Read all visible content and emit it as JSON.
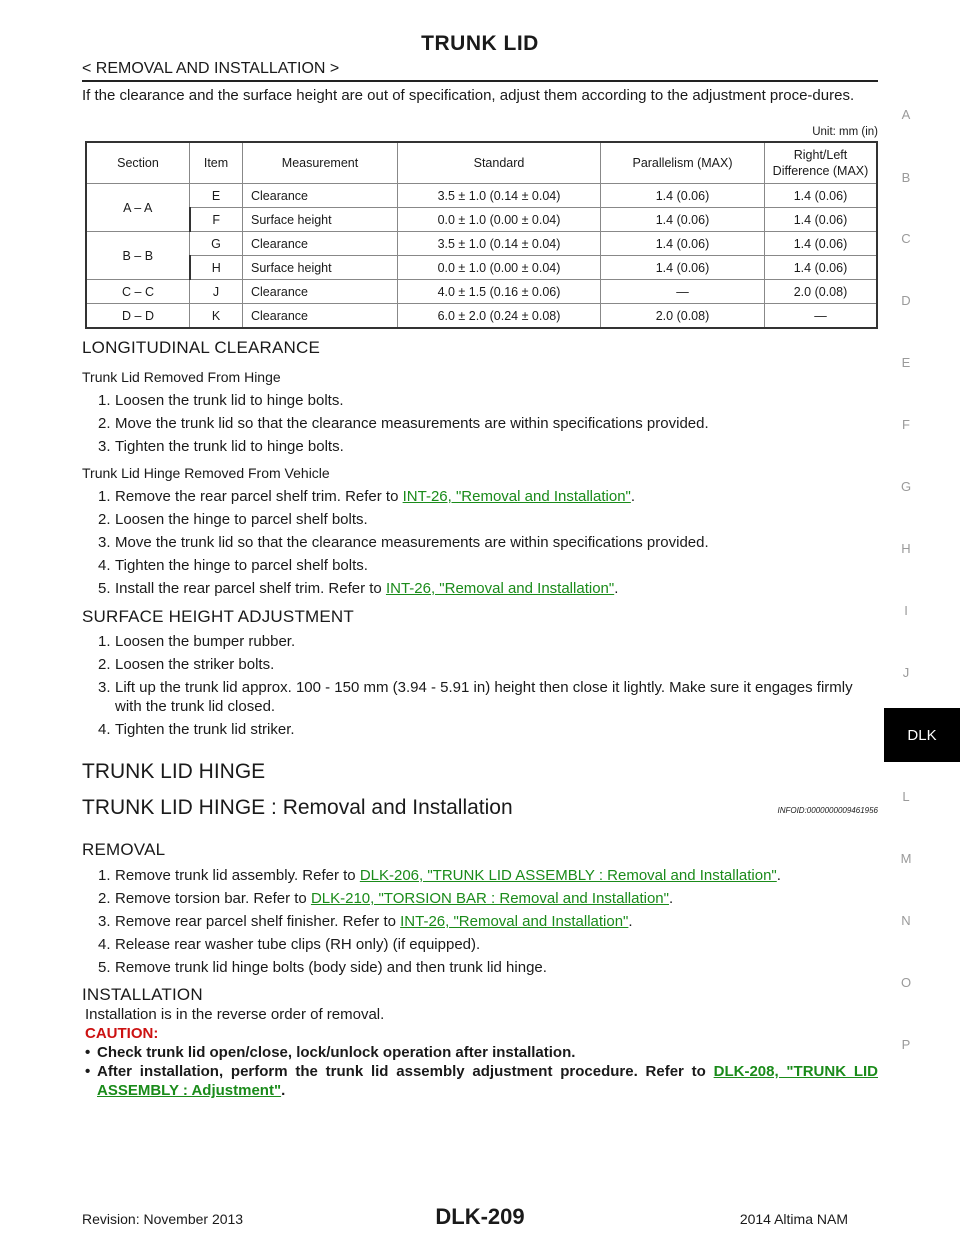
{
  "header": {
    "title": "TRUNK LID",
    "path": "< REMOVAL AND INSTALLATION >"
  },
  "intro": {
    "text": "If the clearance and the surface height are out of specification, adjust them according to the adjustment proce-dures.",
    "unit": "Unit: mm (in)"
  },
  "table": {
    "headers": [
      "Section",
      "Item",
      "Measurement",
      "Standard",
      "Parallelism (MAX)",
      "Right/Left",
      "Difference (MAX)"
    ],
    "rows": [
      {
        "section": "A – A",
        "item": "E",
        "measurement": "Clearance",
        "standard": "3.5 ± 1.0 (0.14 ± 0.04)",
        "parallelism": "1.4 (0.06)",
        "difference": "1.4 (0.06)"
      },
      {
        "section": "",
        "item": "F",
        "measurement": "Surface height",
        "standard": "0.0 ± 1.0 (0.00 ± 0.04)",
        "parallelism": "1.4 (0.06)",
        "difference": "1.4 (0.06)"
      },
      {
        "section": "B – B",
        "item": "G",
        "measurement": "Clearance",
        "standard": "3.5 ± 1.0 (0.14 ± 0.04)",
        "parallelism": "1.4 (0.06)",
        "difference": "1.4 (0.06)"
      },
      {
        "section": "",
        "item": "H",
        "measurement": "Surface height",
        "standard": "0.0 ± 1.0 (0.00 ± 0.04)",
        "parallelism": "1.4 (0.06)",
        "difference": "1.4 (0.06)"
      },
      {
        "section": "C – C",
        "item": "J",
        "measurement": "Clearance",
        "standard": "4.0 ± 1.5 (0.16 ± 0.06)",
        "parallelism": "—",
        "difference": "2.0 (0.08)"
      },
      {
        "section": "D – D",
        "item": "K",
        "measurement": "Clearance",
        "standard": "6.0 ± 2.0 (0.24 ± 0.08)",
        "parallelism": "2.0 (0.08)",
        "difference": "—"
      }
    ]
  },
  "longitudinal": {
    "heading": "LONGITUDINAL CLEARANCE",
    "sub1": "Trunk Lid Removed From Hinge",
    "steps1": [
      {
        "num": "1.",
        "text": "Loosen the trunk lid to hinge bolts."
      },
      {
        "num": "2.",
        "text": "Move the trunk lid so that the clearance measurements are within specifications provided."
      },
      {
        "num": "3.",
        "text": "Tighten the trunk lid to hinge bolts."
      }
    ],
    "sub2": "Trunk Lid Hinge Removed From Vehicle",
    "steps2": [
      {
        "num": "1.",
        "text": "Remove the rear parcel shelf trim. Refer to ",
        "link": "INT-26, \"Removal and Installation\"",
        "after": "."
      },
      {
        "num": "2.",
        "text": "Loosen the hinge to parcel shelf bolts."
      },
      {
        "num": "3.",
        "text": "Move the trunk lid so that the clearance measurements are within specifications provided."
      },
      {
        "num": "4.",
        "text": "Tighten the hinge to parcel shelf bolts."
      },
      {
        "num": "5.",
        "text": "Install the rear parcel shelf trim. Refer to ",
        "link": "INT-26, \"Removal and Installation\"",
        "after": "."
      }
    ]
  },
  "surface": {
    "heading": "SURFACE HEIGHT ADJUSTMENT",
    "steps": [
      {
        "num": "1.",
        "text": "Loosen the bumper rubber."
      },
      {
        "num": "2.",
        "text": "Loosen the striker bolts."
      },
      {
        "num": "3.",
        "text": "Lift up the trunk lid approx. 100 - 150 mm (3.94 - 5.91 in) height then close it lightly. Make sure it engages firmly with the trunk lid closed."
      },
      {
        "num": "4.",
        "text": "Tighten the trunk lid striker."
      }
    ]
  },
  "hinge": {
    "heading": "TRUNK LID HINGE",
    "subheading": "TRUNK LID HINGE : Removal and Installation",
    "infoid": "INFOID:0000000009461956"
  },
  "removal": {
    "heading": "REMOVAL",
    "steps": [
      {
        "num": "1.",
        "text": "Remove trunk lid assembly. Refer to ",
        "link": "DLK-206, \"TRUNK LID ASSEMBLY : Removal and Installation\"",
        "after": "."
      },
      {
        "num": "2.",
        "text": "Remove torsion bar. Refer to ",
        "link": "DLK-210, \"TORSION BAR : Removal and Installation\"",
        "after": "."
      },
      {
        "num": "3.",
        "text": "Remove rear parcel shelf finisher. Refer to ",
        "link": "INT-26, \"Removal and Installation\"",
        "after": "."
      },
      {
        "num": "4.",
        "text": "Release rear washer tube clips (RH only) (if equipped)."
      },
      {
        "num": "5.",
        "text": "Remove trunk lid hinge bolts (body side) and then trunk lid hinge."
      }
    ]
  },
  "installation": {
    "heading": "INSTALLATION",
    "text": "Installation is in the reverse order of removal.",
    "caution": "CAUTION:",
    "bullet1": "Check trunk lid open/close, lock/unlock operation after installation.",
    "bullet2_text": "After installation, perform the trunk lid assembly adjustment procedure. Refer to ",
    "bullet2_link": "DLK-208, \"TRUNK LID ASSEMBLY : Adjustment\"",
    "bullet2_after": "."
  },
  "index": {
    "letters": [
      "A",
      "B",
      "C",
      "D",
      "E",
      "F",
      "G",
      "H",
      "I",
      "J",
      "L",
      "M",
      "N",
      "O",
      "P"
    ],
    "active": "DLK"
  },
  "footer": {
    "revision": "Revision: November 2013",
    "code": "DLK-209",
    "model": "2014 Altima NAM"
  },
  "colors": {
    "link": "#1a8b1a",
    "caution": "#cc1111",
    "index_gray": "#9a9a9a"
  }
}
